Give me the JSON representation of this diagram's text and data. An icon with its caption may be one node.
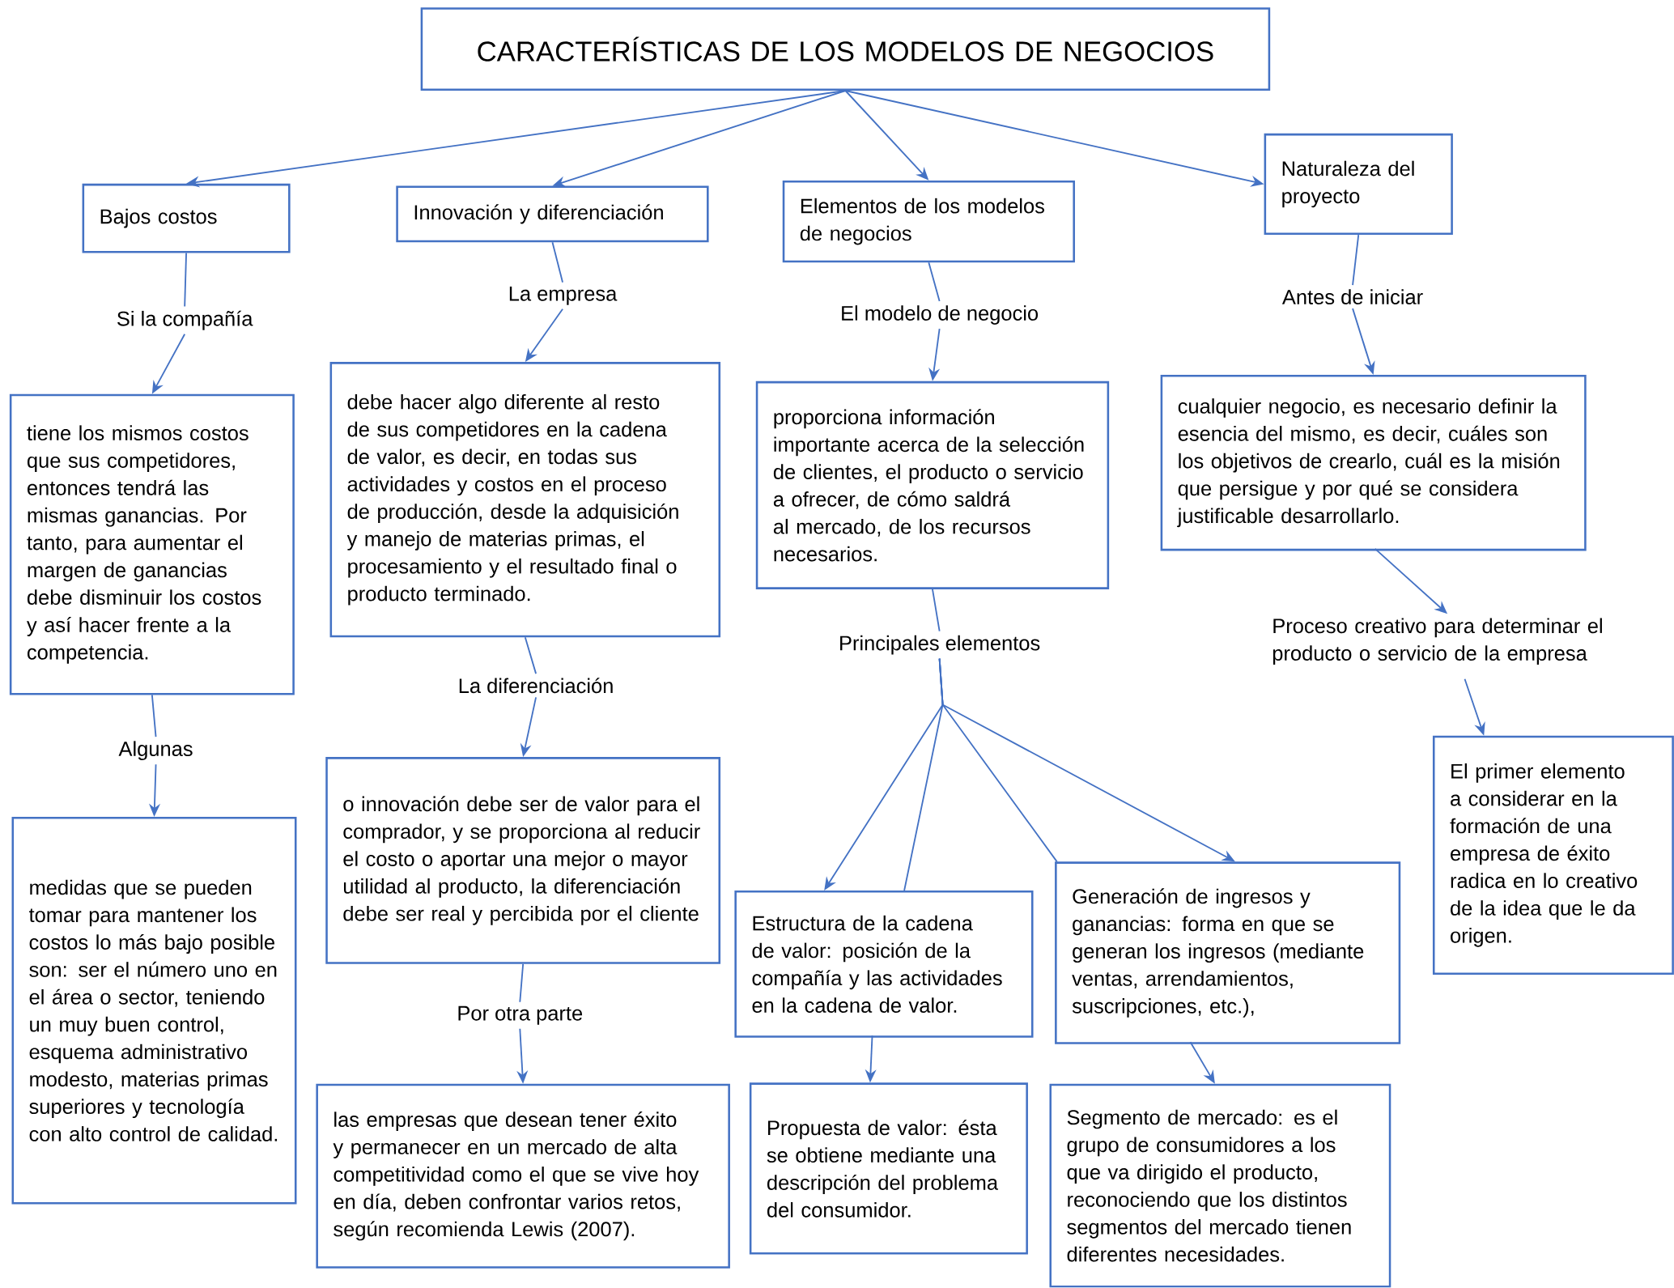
{
  "diagram": {
    "nodes": [
      {
        "text": [
          "CARACTERÍSTICAS DE LOS MODELOS DE NEGOCIOS"
        ]
      },
      {
        "text": [
          "Bajos costos"
        ]
      },
      {
        "text": [
          "Innovación y diferenciación"
        ]
      },
      {
        "text": [
          "Elementos de los modelos de negocios"
        ]
      },
      {
        "text": [
          "Naturaleza del proyecto"
        ]
      },
      {
        "text": [
          "Si la compañía"
        ]
      },
      {
        "text": [
          "tiene los mismos costos que sus competidores, entonces tendrá las mismas ganancias. Por tanto, para aumentar el margen de ganancias debe disminuir los costos y así hacer frente a la competencia."
        ]
      },
      {
        "text": [
          "Algunas"
        ]
      },
      {
        "text": [
          "medidas que se pueden tomar para mantener los costos lo más bajo posible son: ser el número uno en el área o sector, teniendo un muy buen control, esquema administrativo modesto, materias primas superiores y tecnología con alto control de calidad."
        ]
      },
      {
        "text": [
          "La empresa"
        ]
      },
      {
        "text": [
          "debe hacer algo diferente al resto de sus competidores en la cadena de valor, es decir, en todas sus actividades y costos en el proceso de producción, desde la adquisición y manejo de materias primas, el procesamiento y el resultado final o producto terminado."
        ]
      },
      {
        "text": [
          "La diferenciación"
        ]
      },
      {
        "text": [
          "o innovación debe ser de valor para el comprador, y se proporciona al reducir el costo o aportar una mejor o mayor utilidad al producto, la diferenciación debe ser real y percibida por el cliente"
        ]
      },
      {
        "text": [
          "Por otra parte"
        ]
      },
      {
        "text": [
          "las empresas que desean tener éxito y permanecer en un mercado de alta competitividad como el que se vive hoy en día, deben confrontar varios retos, según recomienda Lewis (2007)."
        ]
      },
      {
        "text": [
          "El modelo de negocio"
        ]
      },
      {
        "text": [
          "proporciona información importante acerca de la selección de clientes, el producto o servicio a ofrecer, de cómo saldrá al mercado, de los recursos necesarios."
        ]
      },
      {
        "text": [
          "Principales elementos"
        ]
      },
      {
        "text": [
          "Estructura de la cadena de valor: posición de la compañía y las actividades en la cadena de valor."
        ]
      },
      {
        "text": [
          "Generación de ingresos y ganancias: forma en que se generan los ingresos (mediante ventas, arrendamientos, suscripciones, etc.),"
        ]
      },
      {
        "text": [
          "Propuesta de valor: ésta se obtiene mediante una descripción del problema del consumidor."
        ]
      },
      {
        "text": [
          "Segmento de mercado: es el grupo de consumidores a los que va dirigido el producto, reconociendo que los distintos segmentos del mercado tienen diferentes necesidades."
        ]
      },
      {
        "text": [
          "Antes de iniciar"
        ]
      },
      {
        "text": [
          "cualquier negocio, es necesario definir la esencia del mismo, es decir, cuáles son los objetivos de crearlo, cuál es la misión que persigue y por qué se considera justificable desarrollarlo."
        ]
      },
      {
        "text": [
          "Proceso creativo para determinar el producto o servicio de la empresa"
        ]
      },
      {
        "text": [
          "El primer elemento a considerar en la formación de una empresa de éxito radica en lo creativo de la idea que le da origen."
        ]
      }
    ],
    "edges": [
      {
        "from": 0,
        "to": 1,
        "arrow": "to"
      },
      {
        "from": 0,
        "to": 2,
        "arrow": "to"
      },
      {
        "from": 0,
        "to": 3,
        "arrow": "to"
      },
      {
        "from": 0,
        "to": 4,
        "arrow": "to"
      },
      {
        "from": 1,
        "to": 5,
        "arrow": "none"
      },
      {
        "from": 5,
        "to": 6,
        "arrow": "to"
      },
      {
        "from": 6,
        "to": 7,
        "arrow": "none"
      },
      {
        "from": 7,
        "to": 8,
        "arrow": "to"
      },
      {
        "from": 2,
        "to": 9,
        "arrow": "none"
      },
      {
        "from": 9,
        "to": 10,
        "arrow": "to"
      },
      {
        "from": 10,
        "to": 11,
        "arrow": "none"
      },
      {
        "from": 11,
        "to": 12,
        "arrow": "to"
      },
      {
        "from": 12,
        "to": 13,
        "arrow": "none"
      },
      {
        "from": 13,
        "to": 14,
        "arrow": "to"
      },
      {
        "from": 3,
        "to": 15,
        "arrow": "none"
      },
      {
        "from": 15,
        "to": 16,
        "arrow": "to"
      },
      {
        "from": 16,
        "to": 17,
        "arrow": "none"
      },
      {
        "from": 17,
        "to": 18,
        "arrow": "to"
      },
      {
        "from": 17,
        "to": 18,
        "arrow": "none"
      },
      {
        "from": 17,
        "to": 19,
        "arrow": "none"
      },
      {
        "from": 17,
        "to": 19,
        "arrow": "to"
      },
      {
        "from": 18,
        "to": 20,
        "arrow": "to"
      },
      {
        "from": 19,
        "to": 21,
        "arrow": "to"
      },
      {
        "from": 4,
        "to": 22,
        "arrow": "none"
      },
      {
        "from": 22,
        "to": 23,
        "arrow": "to"
      },
      {
        "from": 23,
        "to": 24,
        "arrow": "to"
      },
      {
        "from": 24,
        "to": 25,
        "arrow": "to"
      }
    ]
  }
}
